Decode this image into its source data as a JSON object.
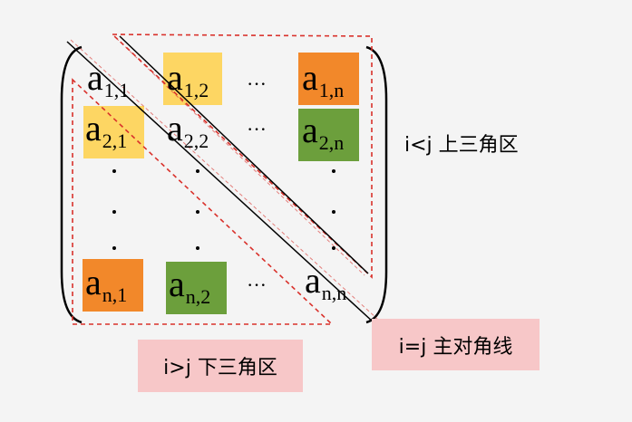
{
  "colors": {
    "yellow": "#fdd663",
    "orange": "#f2882a",
    "green": "#6c9f3c",
    "dashed_red": "#d9312b",
    "label_bg": "#f7c7c8"
  },
  "matrix": {
    "base": "a",
    "subs": {
      "a11": "1,1",
      "a12": "1,2",
      "a1n": "1,n",
      "a21": "2,1",
      "a22": "2,2",
      "a2n": "2,n",
      "an1": "n,1",
      "an2": "n,2",
      "ann": "n,n"
    },
    "hdots": "···"
  },
  "labels": {
    "upper": "i<j 上三角区",
    "lower": "i>j 下三角区",
    "diagonal": "i=j 主对角线"
  }
}
